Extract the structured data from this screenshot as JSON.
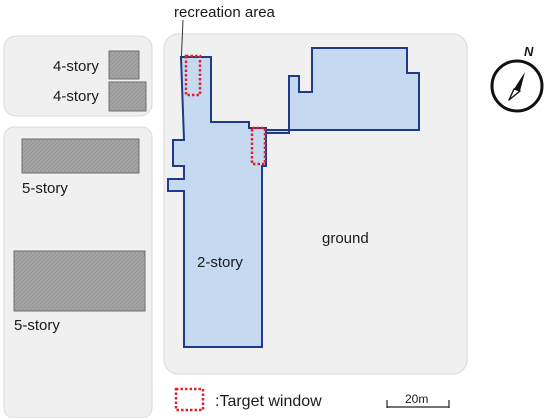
{
  "labels": {
    "recreation_area": "recreation area",
    "left_top_building_1": "4-story",
    "left_top_building_2": "4-story",
    "left_mid_building": "5-story",
    "left_bottom_building": "5-story",
    "main_building": "2-story",
    "ground": "ground"
  },
  "legend": {
    "target_window": ":Target window"
  },
  "scale_bar": {
    "label": "20m"
  },
  "compass": {
    "north_letter": "N",
    "icon": "compass-icon"
  },
  "colors": {
    "building_fill": "#c5daf0",
    "building_stroke": "#1f3a8a",
    "neighbor_fill": "#a8a8a8",
    "site_fill": "#f0f0f0",
    "target_window": "#e0202a"
  }
}
